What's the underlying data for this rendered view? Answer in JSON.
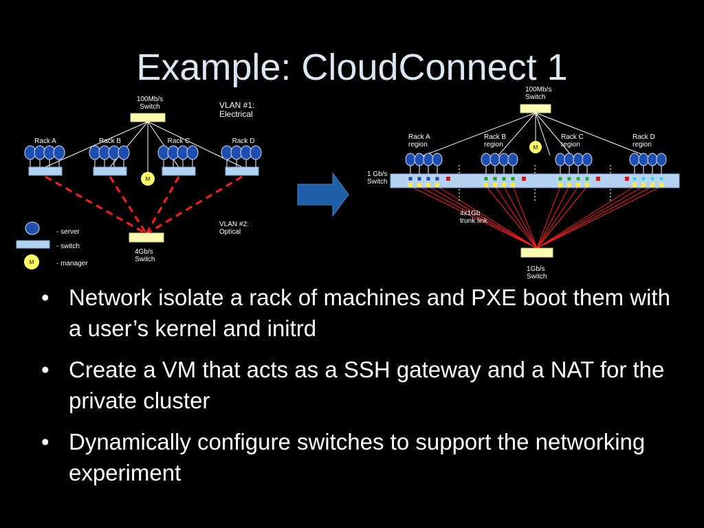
{
  "slide": {
    "title": "Example: CloudConnect 1"
  },
  "left_diagram": {
    "top_switch": "100Mb/s\nSwitch",
    "vlan1": "VLAN #1:\nElectrical",
    "racks": [
      "Rack A",
      "Rack B",
      "Rack C",
      "Rack D"
    ],
    "vlan2": "VLAN #2:\nOptical",
    "bottom_switch": "4Gb/s\nSwitch",
    "manager_label": "M",
    "legend": {
      "server": "- server",
      "switch": "- switch",
      "manager": "- manager"
    }
  },
  "right_diagram": {
    "top_switch": "100Mb/s\nSwitch",
    "regions": [
      "Rack A\nregion",
      "Rack B\nregion",
      "Rack C\nregion",
      "Rack D\nregion"
    ],
    "middle_switch": "1 Gb/s\nSwitch",
    "trunk": "4x1Gb\ntrunk link",
    "bottom_switch": "1Gb/s\nSwitch",
    "manager_label": "M"
  },
  "colors": {
    "title": "#dce6f2",
    "server": "#1e4fb0",
    "switch_blue": "#b4d2f2",
    "switch_yellow": "#fffbb0",
    "manager": "#ffff66",
    "red_line": "#ff2020",
    "arrow": "#1f5fa8"
  },
  "bullets": [
    "Network isolate a rack of machines and PXE boot them with a user’s kernel and initrd",
    "Create a VM that acts as a SSH gateway and a NAT for the private cluster",
    "Dynamically configure switches to support the networking experiment"
  ]
}
